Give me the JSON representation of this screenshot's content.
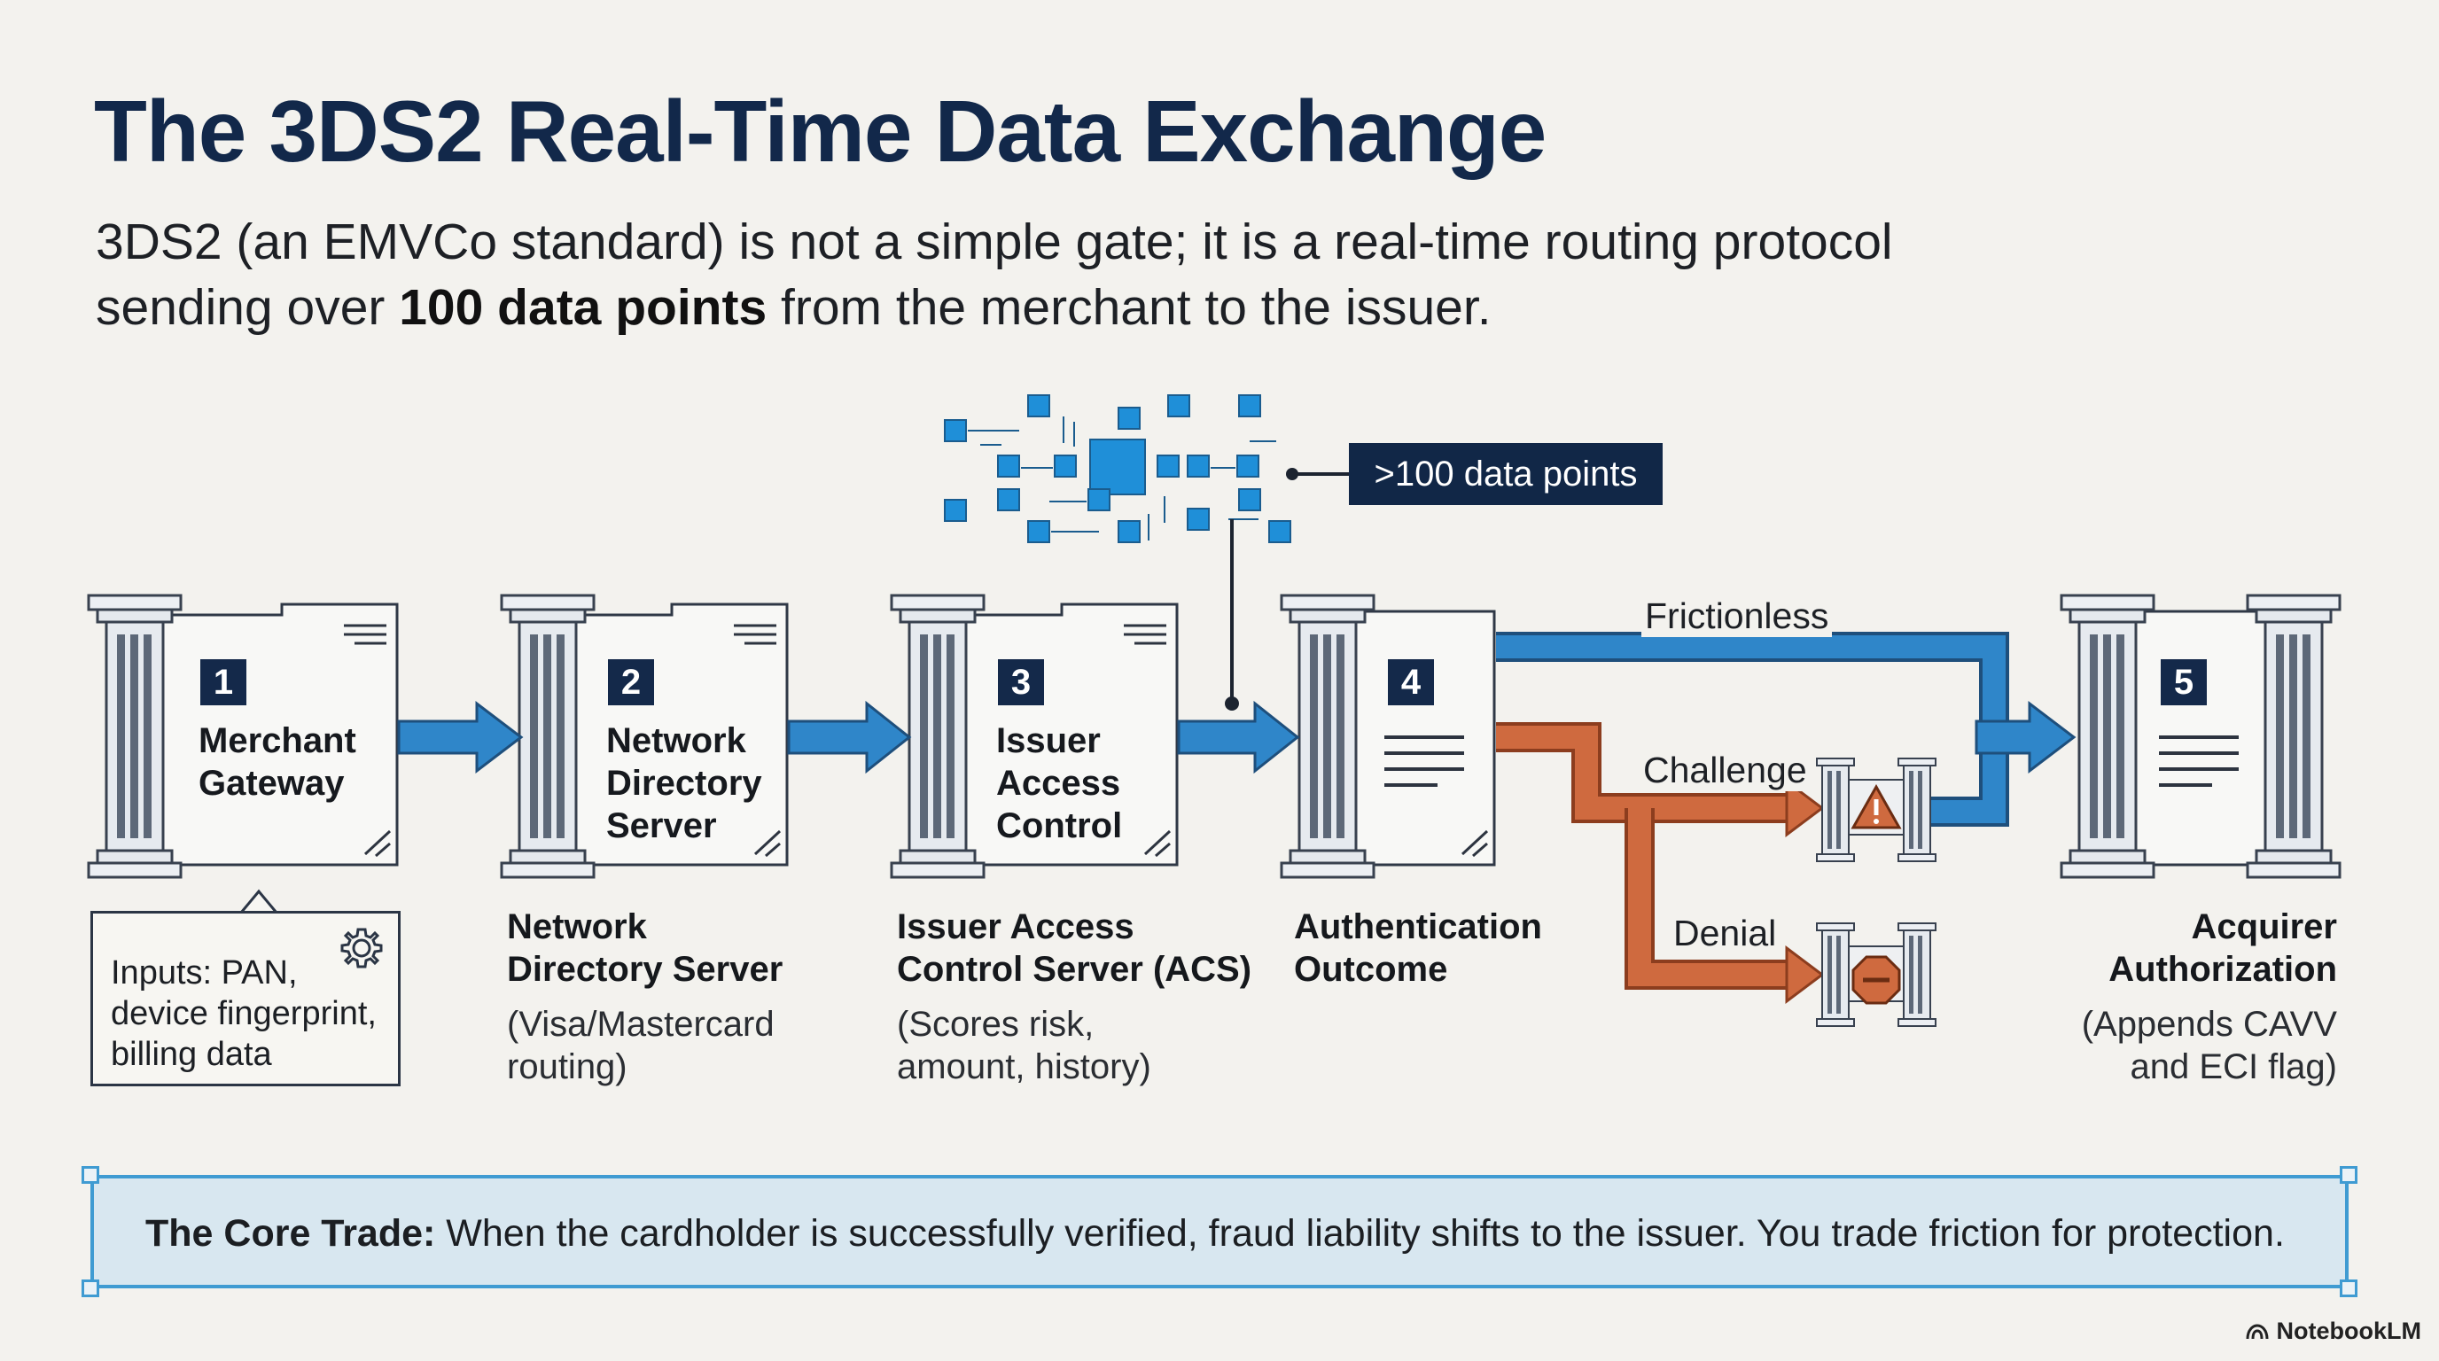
{
  "title": "The 3DS2 Real-Time Data Exchange",
  "subtitle": {
    "line1": "3DS2 (an EMVCo standard) is not a simple gate; it is a real-time routing protocol",
    "line2_pre": "sending over ",
    "line2_bold": "100 data points",
    "line2_post": " from the merchant to the issuer."
  },
  "data_points_label": ">100 data points",
  "steps": [
    {
      "number": "1",
      "box_lines": [
        "Merchant",
        "Gateway"
      ]
    },
    {
      "number": "2",
      "box_lines": [
        "Network",
        "Directory",
        "Server"
      ],
      "title_lines": [
        "Network",
        "Directory Server"
      ],
      "sub_lines": [
        "(Visa/Mastercard",
        "routing)"
      ]
    },
    {
      "number": "3",
      "box_lines": [
        "Issuer",
        "Access",
        "Control"
      ],
      "title_lines": [
        "Issuer Access",
        "Control Server (ACS)"
      ],
      "sub_lines": [
        "(Scores risk,",
        "amount, history)"
      ]
    },
    {
      "number": "4",
      "title_lines": [
        "Authentication",
        "Outcome"
      ]
    },
    {
      "number": "5",
      "title_lines": [
        "Acquirer",
        "Authorization"
      ],
      "sub_lines": [
        "(Appends CAVV",
        "and ECI flag)"
      ]
    }
  ],
  "inputs_card": {
    "lines": [
      "Inputs: PAN,",
      "device fingerprint,",
      "billing data"
    ],
    "icon": "gear-icon"
  },
  "branches": {
    "frictionless": "Frictionless",
    "challenge": "Challenge",
    "denial": "Denial"
  },
  "core_trade": {
    "label": "The Core Trade:",
    "text": " When the cardholder is successfully verified, fraud liability shifts to the issuer. You trade friction for protection."
  },
  "brand": "NotebookLM",
  "colors": {
    "title": "#12284a",
    "badge": "#14294a",
    "flow_blue": "#2f86c9",
    "challenge_orange": "#cf6a3f",
    "callout_border": "#3f9bd2",
    "callout_fill": "#d8e7f0"
  }
}
